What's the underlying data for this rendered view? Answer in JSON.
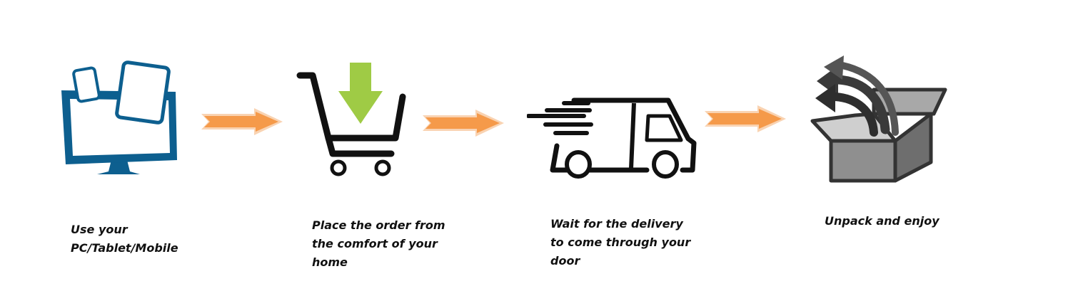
{
  "colors": {
    "devices_blue": "#0d5f8f",
    "cart_green": "#9fcb45",
    "arrow_orange": "#f59a4a",
    "icon_black": "#111111",
    "box_gray": "#8a8a8a"
  },
  "steps": [
    {
      "icon": "devices-icon",
      "caption_lines": [
        "Use your",
        "PC/Tablet/Mobile"
      ]
    },
    {
      "icon": "shopping-cart-icon",
      "caption_lines": [
        "Place the order from",
        "the comfort of your",
        "home"
      ]
    },
    {
      "icon": "delivery-truck-icon",
      "caption_lines": [
        "Wait for the delivery",
        "to come through your",
        "door"
      ]
    },
    {
      "icon": "open-box-icon",
      "caption_lines": [
        "Unpack and enjoy"
      ]
    }
  ],
  "connectors": [
    "arrow-right-icon",
    "arrow-right-icon",
    "arrow-right-icon"
  ]
}
